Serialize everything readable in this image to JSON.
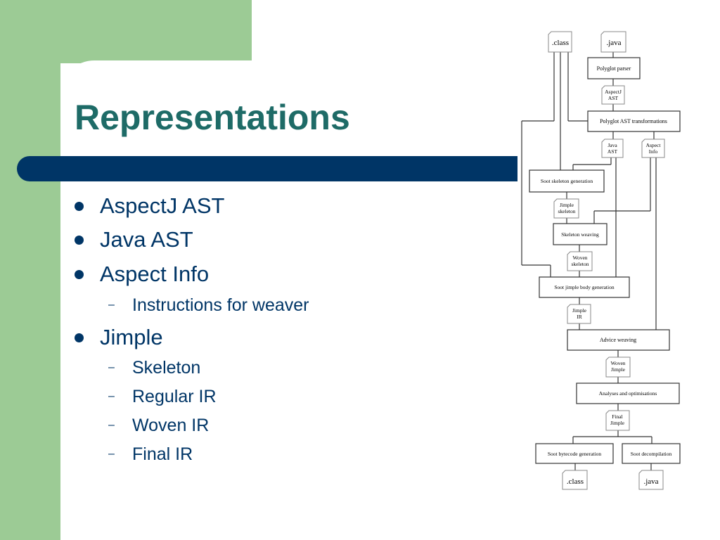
{
  "slide": {
    "title": "Representations",
    "bullets": [
      {
        "text": "AspectJ AST",
        "sub": []
      },
      {
        "text": "Java AST",
        "sub": []
      },
      {
        "text": "Aspect Info",
        "sub": [
          "Instructions for weaver"
        ]
      },
      {
        "text": "Jimple",
        "sub": [
          "Skeleton",
          "Regular IR",
          "Woven IR",
          "Final IR"
        ]
      }
    ]
  },
  "diagram": {
    "docs": {
      "class_in": ".class",
      "java_in": ".java",
      "aspectj_ast": [
        "AspectJ",
        "AST"
      ],
      "java_ast": [
        "Java",
        "AST"
      ],
      "aspect_info": [
        "Aspect",
        "Info"
      ],
      "jimple_skeleton": [
        "Jimple",
        "skeleton"
      ],
      "woven_skeleton": [
        "Woven",
        "skeleton"
      ],
      "jimple_ir": [
        "Jimple",
        "IR"
      ],
      "woven_jimple": [
        "Woven",
        "Jimple"
      ],
      "final_jimple": [
        "Final",
        "Jimple"
      ],
      "class_out": ".class",
      "java_out": ".java"
    },
    "steps": {
      "polyglot_parser": "Polyglot parser",
      "polyglot_ast": "Polyglot AST transformations",
      "soot_skeleton": "Soot skeleton generation",
      "skeleton_weaving": "Skeleton weaving",
      "soot_jimple_body": "Soot jimple body generation",
      "advice_weaving": "Advice weaving",
      "analyses": "Analyses and optimisations",
      "soot_bytecode": "Soot bytecode generation",
      "soot_decompilation": "Soot decompilation"
    }
  }
}
